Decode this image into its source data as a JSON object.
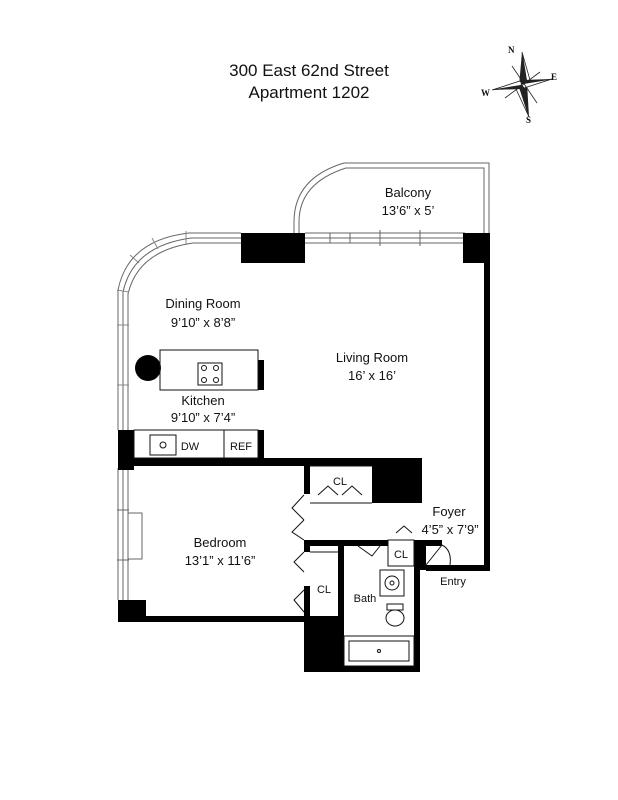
{
  "title": {
    "line1": "300 East 62nd Street",
    "line2": "Apartment 1202"
  },
  "compass": {
    "n": "N",
    "e": "E",
    "s": "S",
    "w": "W"
  },
  "rooms": {
    "balcony": {
      "name": "Balcony",
      "dims": "13’6” x 5’"
    },
    "dining": {
      "name": "Dining Room",
      "dims": "9’10” x 8’8”"
    },
    "living": {
      "name": "Living Room",
      "dims": "16’ x 16’"
    },
    "kitchen": {
      "name": "Kitchen",
      "dims": "9’10” x 7’4”"
    },
    "bedroom": {
      "name": "Bedroom",
      "dims": "13’1” x 11’6”"
    },
    "foyer": {
      "name": "Foyer",
      "dims": "4’5” x 7’9”"
    },
    "bath": {
      "name": "Bath"
    }
  },
  "fixtures": {
    "dw": "DW",
    "ref": "REF",
    "closet_upper": "CL",
    "closet_bedroom": "CL",
    "closet_foyer": "CL",
    "entry": "Entry"
  }
}
